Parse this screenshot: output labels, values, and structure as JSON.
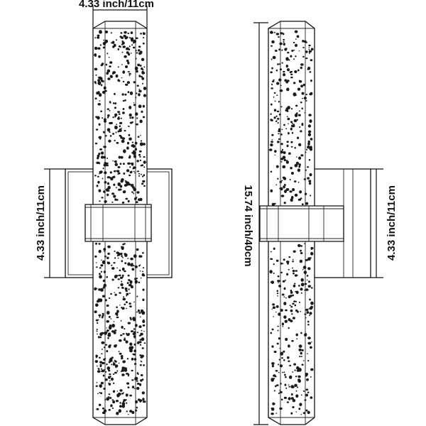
{
  "figure": {
    "front_view": {
      "width_label": "4.33 inch/11cm",
      "plate_height_label": "4.33 inch/11cm"
    },
    "side_view": {
      "total_height_label": "15.74 inch/40cm",
      "plate_height_label": "4.33 inch/11cm"
    }
  },
  "colors": {
    "line": "#111111",
    "background": "#ffffff"
  }
}
